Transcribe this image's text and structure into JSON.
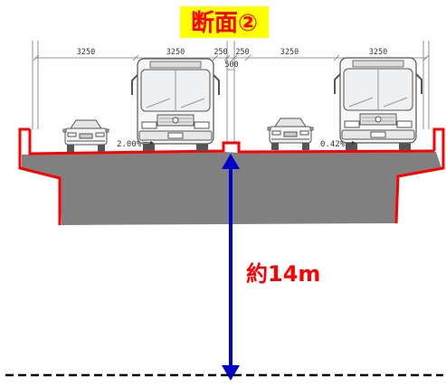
{
  "title": "断面②",
  "dimensions": {
    "widths": [
      "3250",
      "3250",
      "250",
      "250",
      "3250",
      "3250"
    ],
    "median": "500"
  },
  "slopes": {
    "left": "2.00%",
    "right": "0.42%"
  },
  "height_label": "約14m",
  "vehicles": [
    "car-icon",
    "bus-icon",
    "car-icon",
    "bus-icon"
  ],
  "colors": {
    "title_background": "#FFFF00",
    "title_text": "#FF0000",
    "structure_outline": "#FF0000",
    "girder_fill": "#808080",
    "height_arrow": "#0000CC",
    "height_text": "#FF0000",
    "ground_line": "#000000"
  }
}
